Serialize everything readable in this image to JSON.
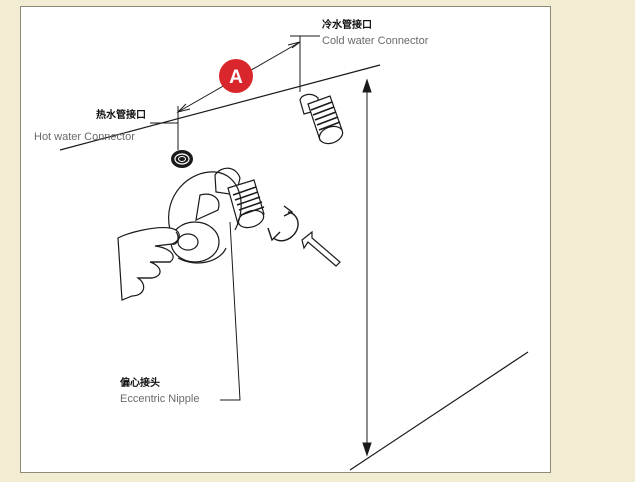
{
  "labels": {
    "cold_cn": "冷水管接口",
    "cold_en": "Cold water Connector",
    "hot_cn": "热水管接口",
    "hot_en": "Hot water Connector",
    "nipple_cn": "偏心接头",
    "nipple_en": "Eccentric Nipple",
    "dimension_badge": "A"
  },
  "colors": {
    "page_background": "#f2ecd3",
    "drawing_background": "#ffffff",
    "line": "#1a1a1a",
    "badge": "#d9262c",
    "english_label": "#6a6a6a"
  },
  "icons": {
    "dimension_badge_icon": "red-circle-letter",
    "insert_arrow_icon": "outlined-arrow",
    "rotate_arrow_icon": "circular-arrow"
  }
}
